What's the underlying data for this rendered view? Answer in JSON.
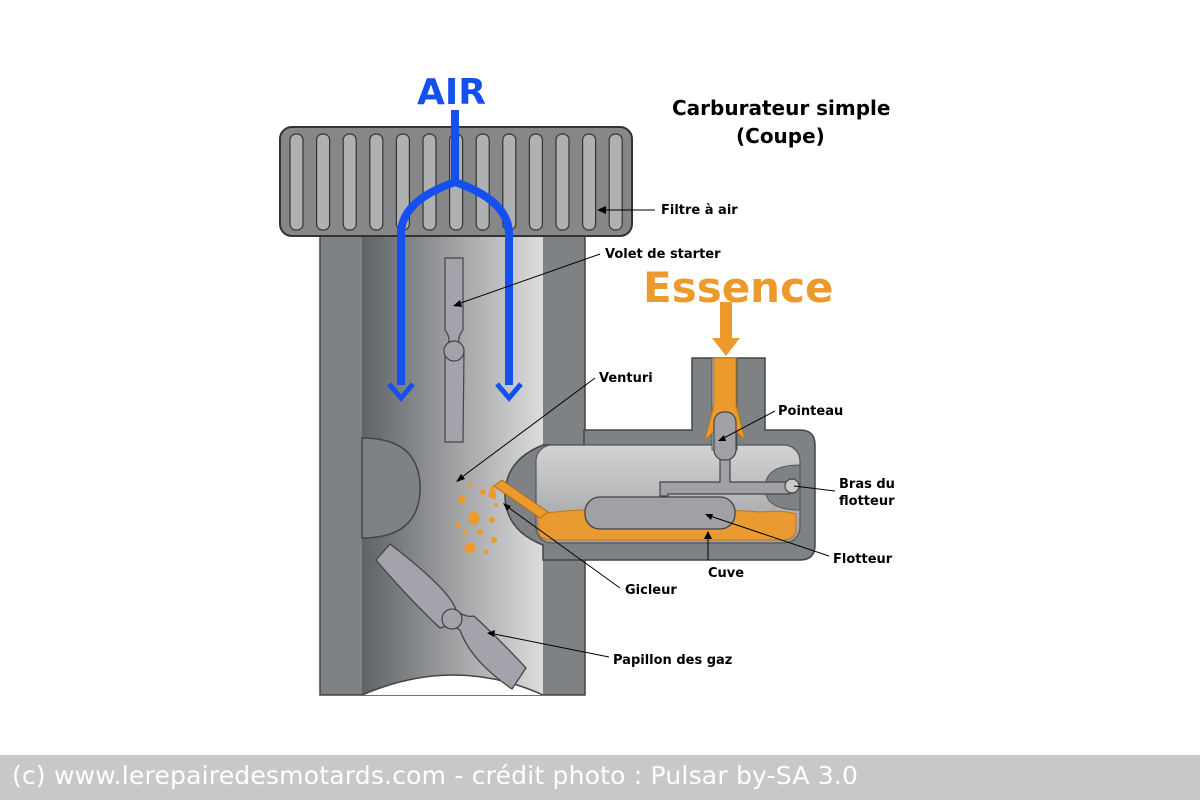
{
  "title": {
    "line1": "Carburateur simple",
    "line2": "(Coupe)"
  },
  "flows": {
    "air": "AIR",
    "fuel": "Essence"
  },
  "labels": {
    "filter": "Filtre à air",
    "choke": "Volet de starter",
    "venturi": "Venturi",
    "needle": "Pointeau",
    "float_arm_1": "Bras du",
    "float_arm_2": "flotteur",
    "float": "Flotteur",
    "bowl": "Cuve",
    "jet": "Gicleur",
    "throttle": "Papillon des gaz"
  },
  "credit": "(c) www.lerepairedesmotards.com - crédit photo : Pulsar by-SA 3.0",
  "colors": {
    "air": "#1450f0",
    "fuel": "#ec9a2c",
    "body": "#7f8284",
    "caption_bar": "#c8c8c8"
  }
}
